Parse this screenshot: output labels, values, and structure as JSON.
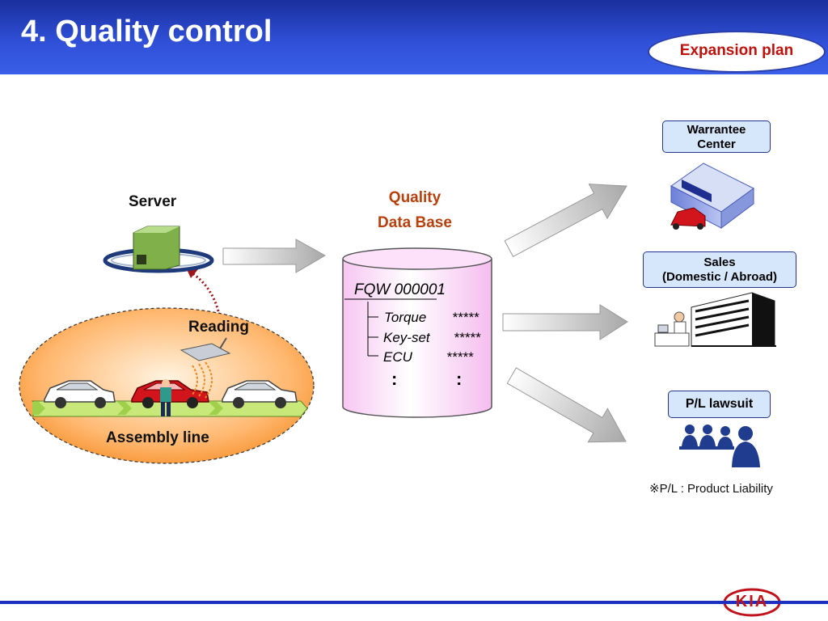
{
  "header": {
    "title": "4. Quality control",
    "badge": "Expansion plan"
  },
  "left": {
    "server_label": "Server",
    "reading_label": "Reading",
    "assembly_label": "Assembly line"
  },
  "database": {
    "title_line1": "Quality",
    "title_line2": "Data Base",
    "record_id": "FQW 000001",
    "fields": [
      {
        "name": "Torque",
        "value": "*****"
      },
      {
        "name": "Key-set",
        "value": "*****"
      },
      {
        "name": "ECU",
        "value": "*****"
      }
    ],
    "more": ":"
  },
  "targets": {
    "warrantee": {
      "line1": "Warrantee",
      "line2": "Center"
    },
    "sales": {
      "line1": "Sales",
      "line2": "(Domestic / Abroad)"
    },
    "lawsuit": {
      "line1": "P/L lawsuit"
    }
  },
  "footnote": "※P/L : Product Liability",
  "logo": "KIA",
  "colors": {
    "header_blue": "#2f4fd6",
    "accent_red": "#c0120c",
    "db_label": "#b8400c",
    "footer_line": "#1d2fbf"
  }
}
